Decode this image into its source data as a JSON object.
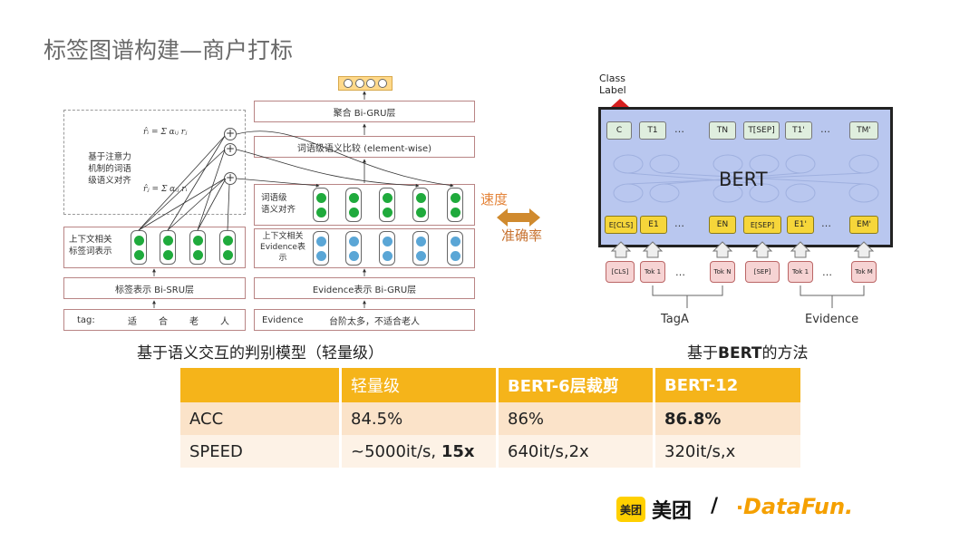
{
  "title": "标签图谱构建—商户打标",
  "left_diagram": {
    "attention_label": [
      "基于注意力",
      "机制的词语",
      "级语义对齐"
    ],
    "formula_top": "r̂ᵢ = Σ αᵢⱼ rⱼ",
    "formula_bottom": "r̂ⱼ = Σ αᵢⱼ rᵢ",
    "aggregate": "聚合 Bi-GRU层",
    "word_compare": "词语级语义比较 (element-wise)",
    "word_align": [
      "词语级",
      "语义对齐"
    ],
    "ctx_tag": [
      "上下文相关",
      "标签词表示"
    ],
    "ctx_evidence": [
      "上下文相关",
      "Evidence表",
      "示"
    ],
    "tag_sru": "标签表示 Bi-SRU层",
    "evidence_gru": "Evidence表示 Bi-GRU层",
    "tag_input_label": "tag:",
    "tag_input_chars": [
      "适",
      "合",
      "老",
      "人"
    ],
    "evidence_input_label": "Evidence",
    "evidence_input_text": "台阶太多，不适合老人",
    "speed": "速度",
    "accuracy": "准确率"
  },
  "bert_diagram": {
    "class_label": [
      "Class",
      "Label"
    ],
    "model_name": "BERT",
    "top_tokens": [
      "C",
      "T1",
      "…",
      "TN",
      "T[SEP]",
      "T1'",
      "…",
      "TM'"
    ],
    "emb_tokens": [
      "E[CLS]",
      "E1",
      "…",
      "EN",
      "E[SEP]",
      "E1'",
      "…",
      "EM'"
    ],
    "input_tokens": [
      "[CLS]",
      "Tok 1",
      "…",
      "Tok N",
      "[SEP]",
      "Tok 1",
      "…",
      "Tok M"
    ],
    "sub_a": "TagA",
    "sub_b": "Evidence"
  },
  "captions": {
    "left": "基于语义交互的判别模型（轻量级）",
    "right_prefix": "基于",
    "right_bold": "BERT",
    "right_suffix": "的方法"
  },
  "table": {
    "headers": [
      "",
      "轻量级",
      "BERT-6层裁剪",
      "BERT-12"
    ],
    "rows": [
      {
        "label": "ACC",
        "c1": "84.5%",
        "c2": "86%",
        "c3": "86.8%"
      },
      {
        "label": "SPEED",
        "c1_a": "~5000it/s, ",
        "c1_b": "15x",
        "c2": "640it/s,2x",
        "c3": "320it/s,x"
      }
    ]
  },
  "logos": {
    "badge": "美团",
    "meituan": "美团",
    "slash": "/",
    "datafun": "DataFun."
  },
  "colors": {
    "header": "#f5b41a",
    "row1": "#fbe3c9",
    "row2": "#fdf2e6",
    "speed": "#e4843a",
    "bert_bg": "#b9c7ef"
  }
}
